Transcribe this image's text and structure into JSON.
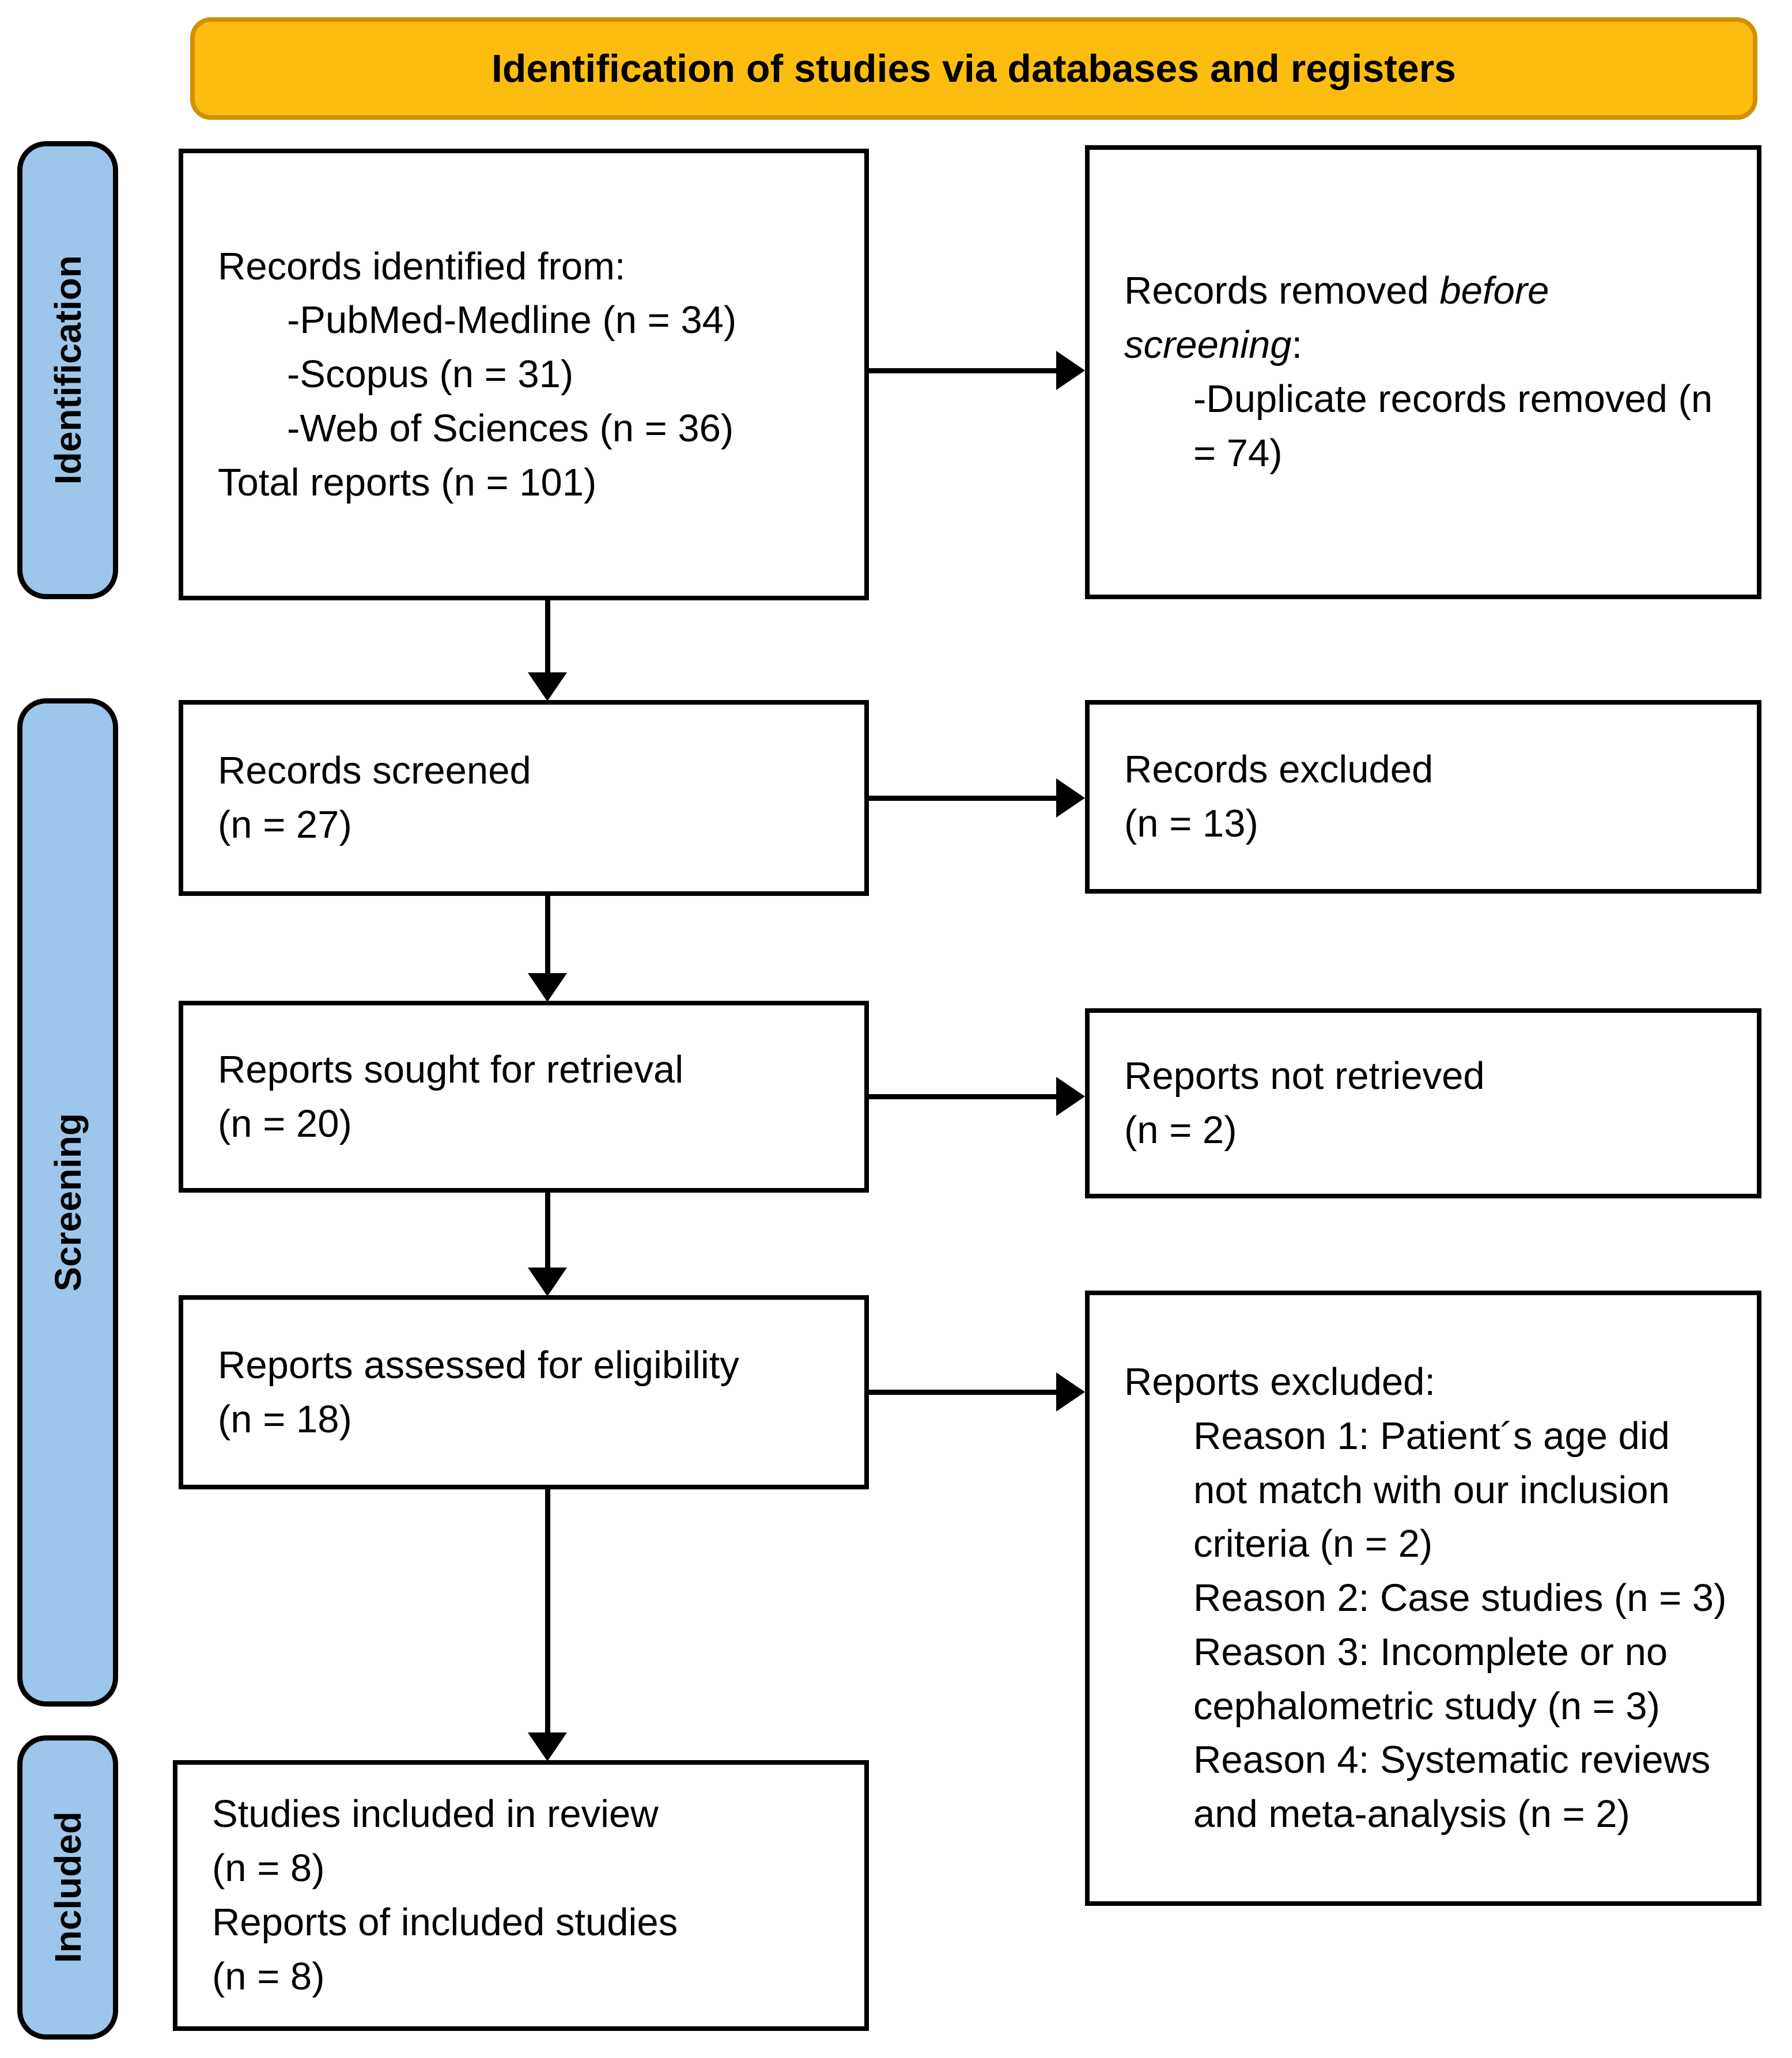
{
  "banner": {
    "title": "Identification of studies via databases and registers"
  },
  "sidebar": {
    "items": [
      {
        "label": "Identification"
      },
      {
        "label": "Screening"
      },
      {
        "label": "Included"
      }
    ]
  },
  "boxes": {
    "records_identified": {
      "title": "Records identified from:",
      "items": [
        "-PubMed-Medline (n = 34)",
        "-Scopus (n = 31)",
        "-Web of Sciences (n = 36)"
      ],
      "footer": "Total reports (n = 101)"
    },
    "records_removed": {
      "lead": "Records removed ",
      "lead_italic": "before screening",
      "lead_colon": ":",
      "items": [
        "-Duplicate records removed (n = 74)"
      ]
    },
    "records_screened": {
      "lines": [
        "Records screened",
        "(n = 27)"
      ]
    },
    "records_excluded": {
      "lines": [
        "Records excluded",
        "(n = 13)"
      ]
    },
    "reports_sought": {
      "lines": [
        "Reports sought for retrieval",
        "(n = 20)"
      ]
    },
    "reports_not_retrieved": {
      "lines": [
        "Reports not retrieved",
        "(n = 2)"
      ]
    },
    "reports_assessed": {
      "lines": [
        "Reports assessed for eligibility",
        "(n = 18)"
      ]
    },
    "reports_excluded": {
      "title": "Reports excluded:",
      "items": [
        "Reason 1: Patient´s age did not match with our inclusion criteria (n = 2)",
        "Reason 2: Case studies (n = 3)",
        "Reason 3: Incomplete or no cephalometric study (n = 3)",
        "Reason 4: Systematic reviews and meta-analysis (n = 2)"
      ]
    },
    "studies_included": {
      "lines": [
        "Studies included in review",
        "(n = 8)",
        "Reports of included studies",
        "(n = 8)"
      ]
    }
  },
  "colors": {
    "banner_fill": "#FDBD10",
    "banner_border": "#D19000",
    "sidebar_fill": "#9CC7EA",
    "box_border": "#000000"
  }
}
